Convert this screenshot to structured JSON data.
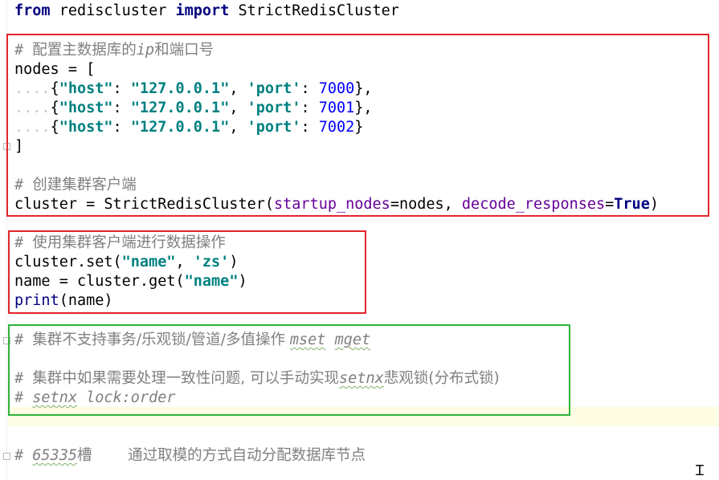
{
  "editor": {
    "lines": {
      "l1": {
        "kw1": "from",
        "t1": " rediscluster ",
        "kw2": "import",
        "t2": " StrictRedisCluster"
      },
      "l2": {
        "hash": "# ",
        "cjk1": "配置主数据库的",
        "ip": "ip",
        "cjk2": "和端口号"
      },
      "l3": {
        "text": "nodes = ["
      },
      "l4": {
        "dots": "....",
        "o": "{",
        "k1": "\"host\"",
        "c1": ": ",
        "v1": "\"127.0.0.1\"",
        "sep": ", ",
        "k2": "'port'",
        "c2": ": ",
        "num": "7000",
        "e": "},"
      },
      "l5": {
        "dots": "....",
        "o": "{",
        "k1": "\"host\"",
        "c1": ": ",
        "v1": "\"127.0.0.1\"",
        "sep": ", ",
        "k2": "'port'",
        "c2": ": ",
        "num": "7001",
        "e": "},"
      },
      "l6": {
        "dots": "....",
        "o": "{",
        "k1": "\"host\"",
        "c1": ": ",
        "v1": "\"127.0.0.1\"",
        "sep": ", ",
        "k2": "'port'",
        "c2": ": ",
        "num": "7002",
        "e": "}"
      },
      "l7": {
        "text": "]"
      },
      "l9": {
        "hash": "# ",
        "cjk": "创建集群客户端"
      },
      "l10": {
        "t1": "cluster = StrictRedisCluster(",
        "kw1": "startup_nodes",
        "t2": "=nodes, ",
        "kw2": "decode_responses",
        "t3": "=",
        "const": "True",
        "t4": ")"
      },
      "l12": {
        "hash": "# ",
        "cjk": "使用集群客户端进行数据操作"
      },
      "l13": {
        "t1": "cluster.set(",
        "s1": "\"name\"",
        "t2": ", ",
        "s2": "'zs'",
        "t3": ")"
      },
      "l14": {
        "t1": "name = cluster.get(",
        "s1": "\"name\"",
        "t2": ")"
      },
      "l15": {
        "kw": "print",
        "t": "(name)"
      },
      "l17": {
        "hash": "# ",
        "cjk": "集群不支持事务/乐观锁/管道/多值操作 ",
        "w1": "mset",
        "sp": " ",
        "w2": "mget"
      },
      "l19": {
        "hash": "# ",
        "cjk1": "集群中如果需要处理一致性问题, 可以手动实现",
        "w": "setnx",
        "cjk2": "悲观锁(分布式锁)"
      },
      "l20": {
        "hash": "# ",
        "w": "setnx",
        "rest": " lock:order"
      },
      "l23": {
        "hash": "# ",
        "num": "65335",
        "cjk1": "槽",
        "gap": "    ",
        "cjk2": "通过取模的方式自动分配数据库节点"
      }
    },
    "cursor_icon": "text-cursor-icon",
    "colors": {
      "keyword": "#000080",
      "comment": "#808080",
      "string": "#008080",
      "number": "#0000ff",
      "kwarg": "#660099",
      "red_box": "#e3242b",
      "green_box": "#2db33a"
    }
  }
}
